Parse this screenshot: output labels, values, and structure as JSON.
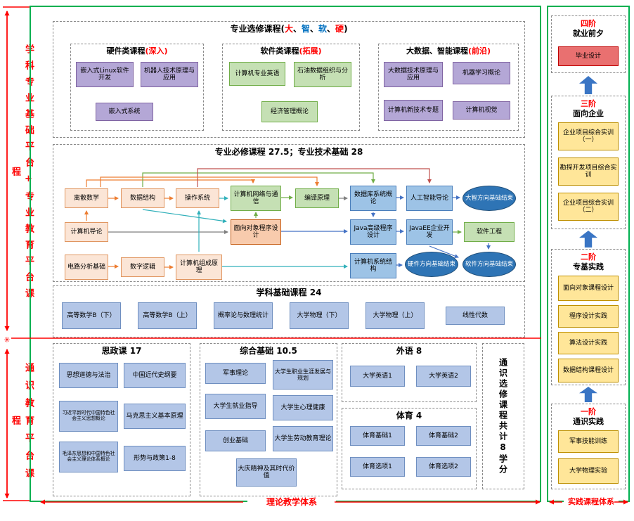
{
  "colors": {
    "border_green": "#00b050",
    "line_red": "#ff0000",
    "purple_fill": "#b4a7d6",
    "green_fill": "#c5e0b4",
    "blue_light_fill": "#b3c6e7",
    "blue_mid_fill": "#9dc3e6",
    "tan_fill": "#fbe5d6",
    "orange_fill": "#f8cbad",
    "yellow_fill": "#ffe699",
    "grad_red_fill": "#e97070",
    "ellipse_fill": "#2e74b5",
    "up_arrow_blue": "#3a75c4"
  },
  "left_rail": {
    "top_label": "学科专业基础平台+专业教育平台课程",
    "bottom_label": "通识教育平台课程",
    "separator_mark": "✳"
  },
  "bottom_labels": {
    "theory": "理论教学体系",
    "practice": "实践课程体系"
  },
  "elective": {
    "title_prefix": "专业选修课程(",
    "cat1": "大",
    "sep1": "、",
    "cat2": "智",
    "sep2": "、",
    "cat3": "软",
    "sep3": "、",
    "cat4": "硬",
    "title_suffix": ")",
    "groups": [
      {
        "title": "硬件类课程",
        "tag": "(深入)",
        "courses": [
          "嵌入式Linux软件开发",
          "机器人技术原理与应用",
          "嵌入式系统"
        ]
      },
      {
        "title": "软件类课程",
        "tag": "(拓展)",
        "courses": [
          "计算机专业英语",
          "石油数据组织与分析",
          "经济管理概论"
        ]
      },
      {
        "title": "大数据、智能课程",
        "tag": "(前沿)",
        "courses": [
          "大数据技术原理与应用",
          "机器学习概论",
          "计算机新技术专题",
          "计算机视觉"
        ]
      }
    ]
  },
  "required": {
    "title": "专业必修课程 27.5；专业技术基础 28",
    "row1": [
      "离散数学",
      "数据结构",
      "操作系统",
      "计算机网络与通信",
      "编译原理",
      "数据库系统概论",
      "人工智能导论"
    ],
    "row1_end": "大智方向基础结束",
    "row2": [
      "计算机导论",
      "面向对象程序设计",
      "Java高级程序设计",
      "JavaEE企业开发",
      "软件工程"
    ],
    "row3": [
      "电路分析基础",
      "数字逻辑",
      "计算机组成原理",
      "计算机系统结构"
    ],
    "row3_end_hw": "硬件方向基础结束",
    "row3_end_sw": "软件方向基础结束"
  },
  "foundation": {
    "title": "学科基础课程 24",
    "courses": [
      "高等数学B（下）",
      "高等数学B（上）",
      "概率论与数理统计",
      "大学物理（下）",
      "大学物理（上）",
      "线性代数"
    ]
  },
  "sizheng": {
    "title": "思政课 17",
    "courses": [
      "思想道德与法治",
      "中国近代史纲要",
      "习近平新时代中国特色社会主义思想概论",
      "马克思主义基本原理",
      "毛泽东思想和中国特色社会主义理论体系概论",
      "形势与政策1-8"
    ]
  },
  "zonghe": {
    "title": "综合基础 10.5",
    "courses": [
      "军事理论",
      "大学生职业生涯发展与规划",
      "大学生就业指导",
      "大学生心理健康",
      "创业基础",
      "大学生劳动教育理论",
      "大庆精神及其时代价值"
    ]
  },
  "waiyu": {
    "title": "外语 8",
    "courses": [
      "大学英语1",
      "大学英语2"
    ]
  },
  "tiyu": {
    "title": "体育 4",
    "courses": [
      "体育基础1",
      "体育基础2",
      "体育选项1",
      "体育选项2"
    ]
  },
  "general_elective": {
    "label": "通识选修课程共计8学分"
  },
  "practice": {
    "stages": [
      {
        "stage": "四阶",
        "name": "就业前夕",
        "courses": [
          "毕业设计"
        ]
      },
      {
        "stage": "三阶",
        "name": "面向企业",
        "courses": [
          "企业项目综合实训（一）",
          "勘探开发项目综合实训",
          "企业项目综合实训（二）"
        ]
      },
      {
        "stage": "二阶",
        "name": "专基实践",
        "courses": [
          "面向对象课程设计",
          "程序设计实践",
          "算法设计实践",
          "数据结构课程设计"
        ]
      },
      {
        "stage": "一阶",
        "name": "通识实践",
        "courses": [
          "军事技能训练",
          "大学物理实验"
        ]
      }
    ]
  }
}
